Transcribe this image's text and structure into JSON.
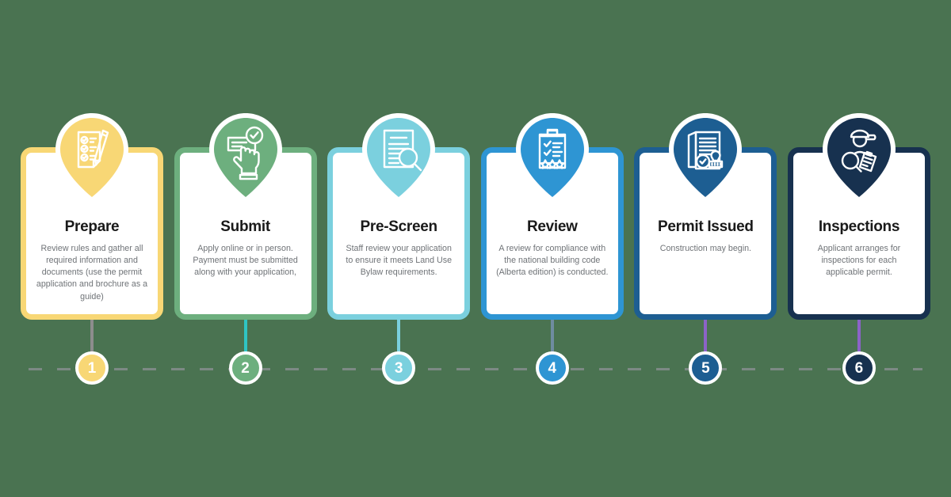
{
  "background_color": "#4a7351",
  "timeline": {
    "axis_color": "#7d8a85",
    "axis_style": "dashed"
  },
  "steps": [
    {
      "number": "1",
      "title": "Prepare",
      "body": "Review rules and gather all required information and documents (use the permit application and brochure as a guide)",
      "color": "#F8D775",
      "stem_color": "#8d8d8d",
      "icon": "document-checklist-pen-icon"
    },
    {
      "number": "2",
      "title": "Submit",
      "body": "Apply online or in person. Payment must be submitted along with your application,",
      "color": "#6DAF7E",
      "stem_color": "#2fc4c4",
      "icon": "hand-click-form-check-icon"
    },
    {
      "number": "3",
      "title": "Pre-Screen",
      "body": "Staff review your application to ensure it meets Land Use Bylaw requirements.",
      "color": "#7BD0DE",
      "stem_color": "#7BD0DE",
      "icon": "document-magnifier-icon"
    },
    {
      "number": "4",
      "title": "Review",
      "body": "A review for compliance with the national building code (Alberta edition) is conducted.",
      "color": "#2E95D3",
      "stem_color": "#6f8ca0",
      "icon": "clipboard-checklist-stars-icon"
    },
    {
      "number": "5",
      "title": "Permit Issued",
      "body": "Construction may begin.",
      "color": "#1D5E92",
      "stem_color": "#8c63c8",
      "icon": "documents-stamp-approved-icon"
    },
    {
      "number": "6",
      "title": "Inspections",
      "body": "Applicant arranges for inspections for each applicable permit.",
      "color": "#17314F",
      "stem_color": "#8c63c8",
      "icon": "inspector-clipboard-magnifier-icon"
    }
  ]
}
